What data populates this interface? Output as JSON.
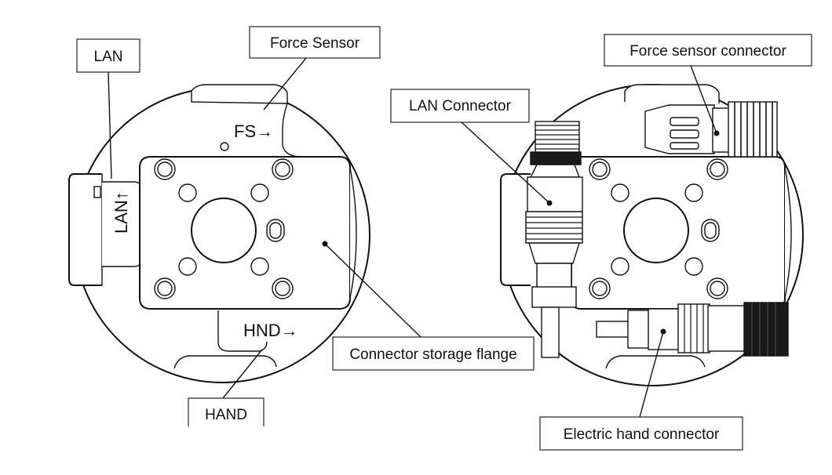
{
  "labels": {
    "lan": "LAN",
    "force_sensor": "Force Sensor",
    "connector_storage_flange": "Connector storage flange",
    "hand": "HAND",
    "lan_connector": "LAN Connector",
    "force_sensor_connector": "Force sensor connector",
    "electric_hand_connector": "Electric hand connector"
  },
  "etched": {
    "fs": "FS→",
    "lan": "LAN↑",
    "hnd": "HND→"
  }
}
